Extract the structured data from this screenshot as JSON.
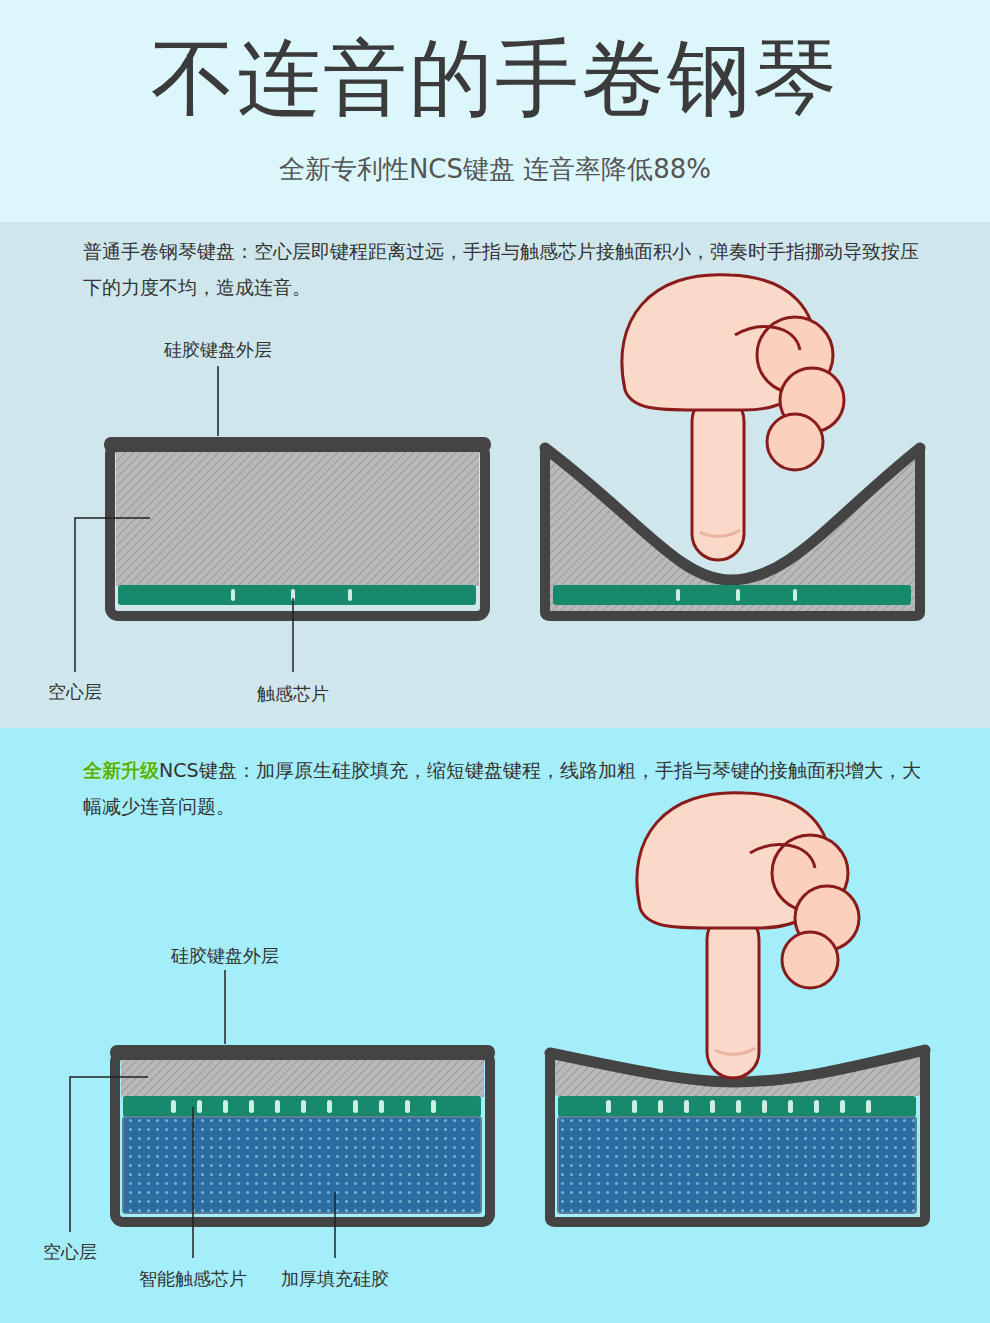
{
  "diagram": {
    "title": "不连音的手卷钢琴",
    "nodes": [
      {
        "text": [
          "普通手卷钢琴键盘：空心层即键程距离过远，手指与触感芯片接触面积小，弹奏时手指挪动导致按压下的力度不均，造成连音。"
        ]
      },
      {
        "text": [
          "全新升级",
          "NCS键盘：加厚原生硅胶填充，缩短键盘键程，线路加粗，手指与琴键的接触面积增大，大幅减少连音问题。"
        ]
      }
    ],
    "labels": [
      "全新专利性NCS键盘 连音率降低88%",
      "硅胶键盘外层",
      "空心层",
      "触感芯片",
      "硅胶键盘外层",
      "空心层",
      "智能触感芯片",
      "加厚填充硅胶"
    ]
  }
}
